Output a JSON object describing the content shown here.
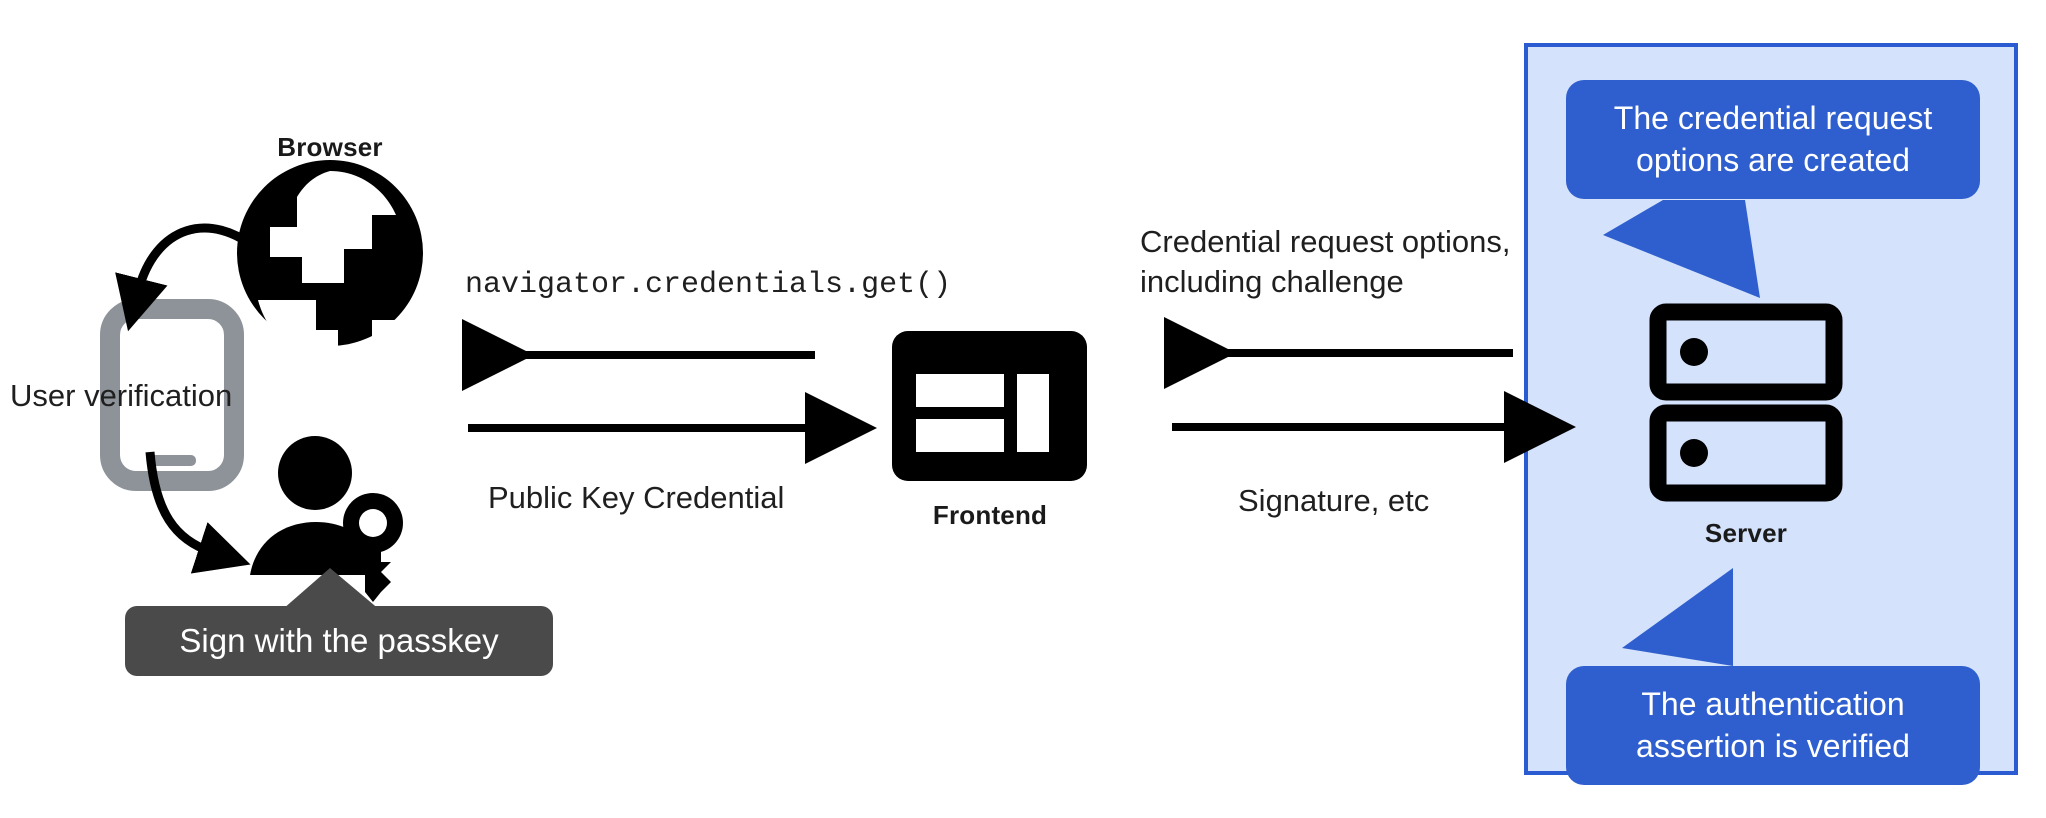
{
  "diagram": {
    "title": "WebAuthn passkey authentication flow",
    "colors": {
      "panel_fill": "#d4e2fb",
      "panel_border": "#2b5bd0",
      "callout_fill": "#2f5fce",
      "callout_text": "#ffffff",
      "tooltip_fill": "#4a4a4a",
      "tooltip_text": "#ffffff",
      "icon_black": "#000000",
      "phone_gray": "#8d9399",
      "background": "#ffffff"
    }
  },
  "client": {
    "browser_label": "Browser",
    "browser_icon": "globe-icon",
    "phone_icon": "smartphone-icon",
    "user_icon": "person-with-key-icon",
    "user_verification_label": "User verification",
    "passkey_tooltip": "Sign with the passkey"
  },
  "frontend": {
    "label": "Frontend",
    "icon": "web-layout-icon"
  },
  "server": {
    "label": "Server",
    "icon": "server-rack-icon",
    "callout_top": "The credential request options are created",
    "callout_bottom": "The authentication assertion is verified"
  },
  "flows": {
    "browser_to_frontend_top": "navigator.credentials.get()",
    "browser_to_frontend_bottom": "Public Key Credential",
    "frontend_to_server_top_line1": "Credential request options,",
    "frontend_to_server_top_line2": "including challenge",
    "frontend_to_server_bottom": "Signature, etc"
  }
}
